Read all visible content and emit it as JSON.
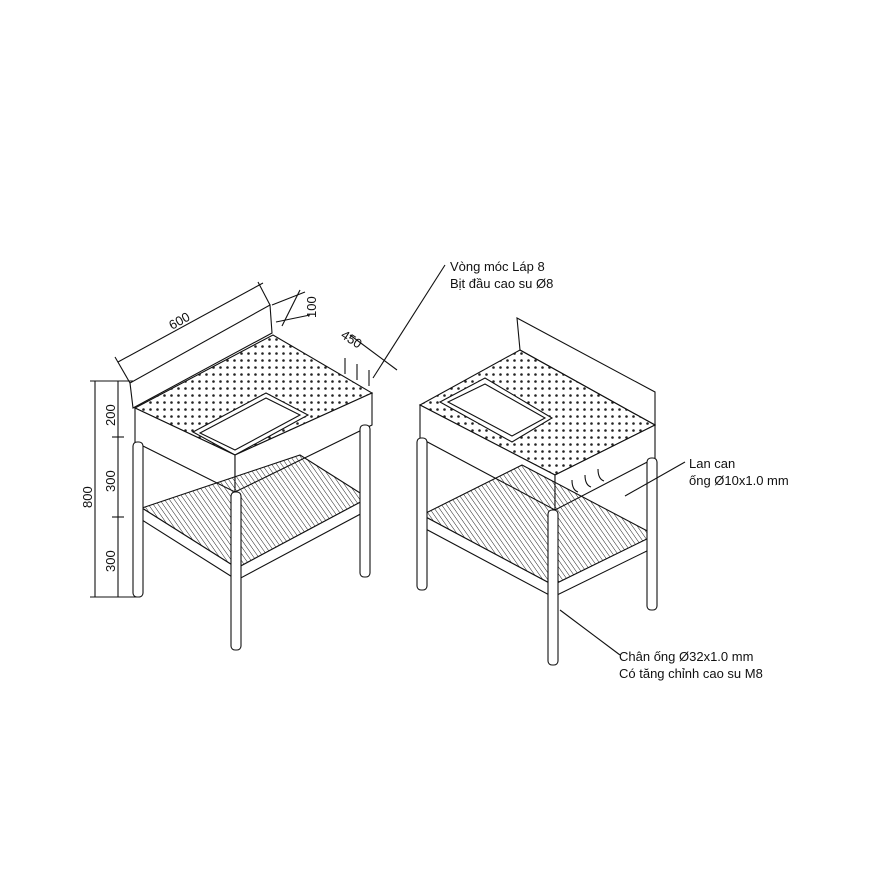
{
  "dimensions": {
    "width": "600",
    "backsplash_height": "100",
    "depth": "450",
    "apron_height": "200",
    "mid_height": "300",
    "total_height": "800",
    "lower_height": "300"
  },
  "annotations": {
    "hook": {
      "line1": "Vòng móc Láp 8",
      "line2": "Bịt đầu cao su Ø8"
    },
    "rail": {
      "line1": "Lan can",
      "line2": "ống Ø10x1.0 mm"
    },
    "leg": {
      "line1": "Chân ống Ø32x1.0 mm",
      "line2": "Có tăng chỉnh cao su M8"
    }
  },
  "colors": {
    "line": "#111111",
    "background": "#ffffff"
  }
}
